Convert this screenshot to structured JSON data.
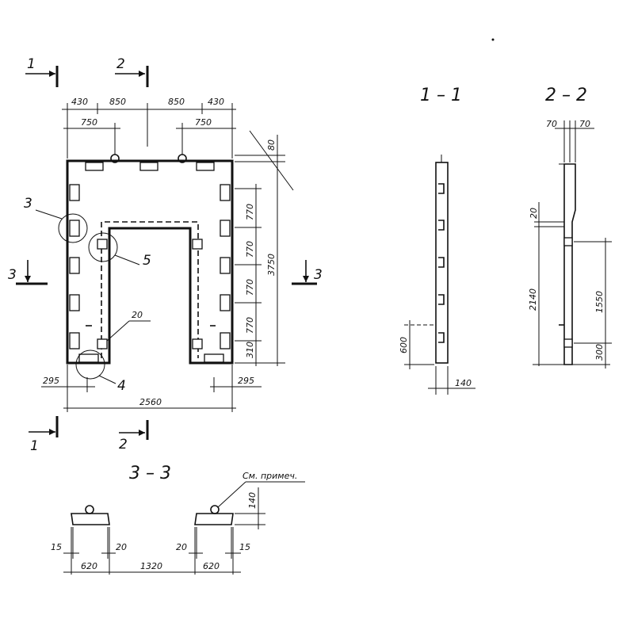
{
  "section_markers": {
    "cut1": "1",
    "cut2": "2",
    "cut3": "3",
    "detail3": "3",
    "detail4": "4",
    "detail5": "5",
    "detail20": "20"
  },
  "plan": {
    "top_dims": [
      "430",
      "850",
      "850",
      "430"
    ],
    "inner_dims": [
      "750",
      "750"
    ],
    "top_offset": "80",
    "right_dims": [
      "770",
      "770",
      "770",
      "770",
      "310"
    ],
    "overall_height": "3750",
    "bottom_edge_left": "295",
    "bottom_edge_right": "295",
    "overall_width": "2560"
  },
  "section_1_1": {
    "title": "1 – 1",
    "dim_height": "600",
    "dim_width": "140"
  },
  "section_2_2": {
    "title": "2 – 2",
    "top_dims": [
      "70",
      "70"
    ],
    "dim_small": "20",
    "dim_overall": "2140",
    "dim_upper": "1550",
    "dim_lower": "300"
  },
  "section_3_3": {
    "title": "3 – 3",
    "note": "См. примеч.",
    "dim_height": "140",
    "edge_dims": [
      "15",
      "20",
      "20",
      "15"
    ],
    "width_dims": [
      "620",
      "1320",
      "620"
    ]
  }
}
